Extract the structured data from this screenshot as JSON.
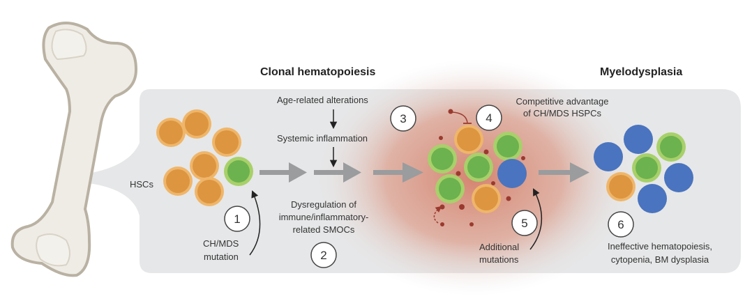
{
  "titles": {
    "clonal": "Clonal hematopoiesis",
    "myelo": "Myelodysplasia"
  },
  "labels": {
    "hscs": "HSCs",
    "mutation_line1": "CH/MDS",
    "mutation_line2": "mutation",
    "age": "Age-related alterations",
    "systemic": "Systemic inflammation",
    "dysreg_line1": "Dysregulation of",
    "dysreg_line2": "immune/inflammatory-",
    "dysreg_line3": "related SMOCs",
    "competitive_line1": "Competitive advantage",
    "competitive_line2": "of CH/MDS HSPCs",
    "additional_line1": "Additional",
    "additional_line2": "mutations",
    "ineffective_line1": "Ineffective hematopoiesis,",
    "ineffective_line2": "cytopenia, BM dysplasia"
  },
  "steps": [
    "1",
    "2",
    "3",
    "4",
    "5",
    "6"
  ],
  "colors": {
    "orange": "#dd9540",
    "orange_rim": "#efb66a",
    "green": "#6cb24e",
    "green_rim": "#a8d06a",
    "blue": "#4a74bf",
    "panel": "#e6e7e8",
    "inflammation": "#d8907e",
    "dot": "#9a3a2e",
    "arrow": "#9a9c9e",
    "bone": "#efece6",
    "bone_edge": "#b9b1a2"
  }
}
